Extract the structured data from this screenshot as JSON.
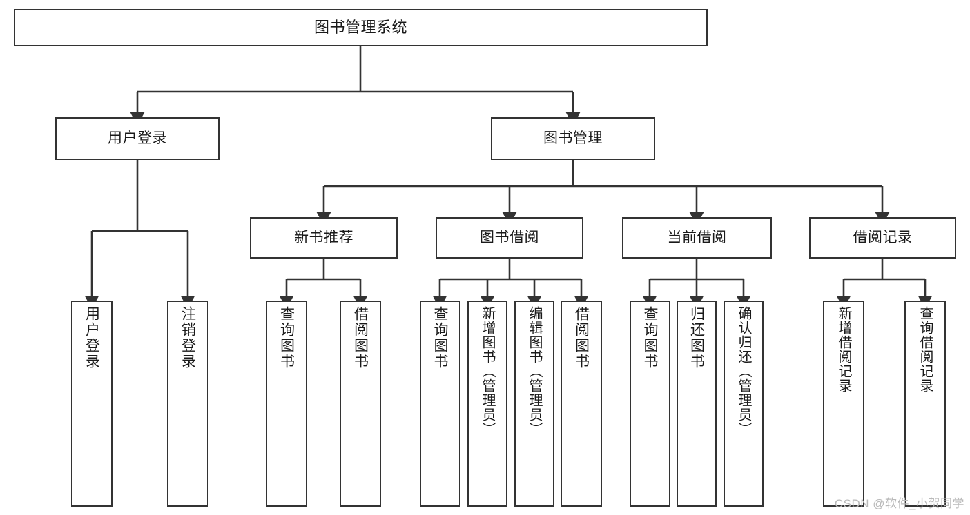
{
  "diagram": {
    "title": "图书管理系统",
    "type": "hierarchy-tree",
    "watermark": "CSDN @软件_小贺同学",
    "colors": {
      "background": "#ffffff",
      "box_border": "#333333",
      "box_fill": "#ffffff",
      "connector": "#333333",
      "text": "#1a1a1a",
      "watermark": "#b9b9b9"
    },
    "root": {
      "label": "图书管理系统"
    },
    "level2": [
      {
        "label": "用户登录"
      },
      {
        "label": "图书管理"
      }
    ],
    "level3": [
      {
        "label": "新书推荐"
      },
      {
        "label": "图书借阅"
      },
      {
        "label": "当前借阅"
      },
      {
        "label": "借阅记录"
      }
    ],
    "leaves": {
      "user_login": [
        {
          "label": "用户登录"
        },
        {
          "label": "注销登录"
        }
      ],
      "new_book_recommend": [
        {
          "label": "查询图书"
        },
        {
          "label": "借阅图书"
        }
      ],
      "book_borrow": [
        {
          "label": "查询图书"
        },
        {
          "label": "新增图书（管理员）"
        },
        {
          "label": "编辑图书（管理员）"
        },
        {
          "label": "借阅图书"
        }
      ],
      "current_borrow": [
        {
          "label": "查询图书"
        },
        {
          "label": "归还图书"
        },
        {
          "label": "确认归还（管理员）"
        }
      ],
      "borrow_record": [
        {
          "label": "新增借阅记录"
        },
        {
          "label": "查询借阅记录"
        }
      ]
    }
  }
}
